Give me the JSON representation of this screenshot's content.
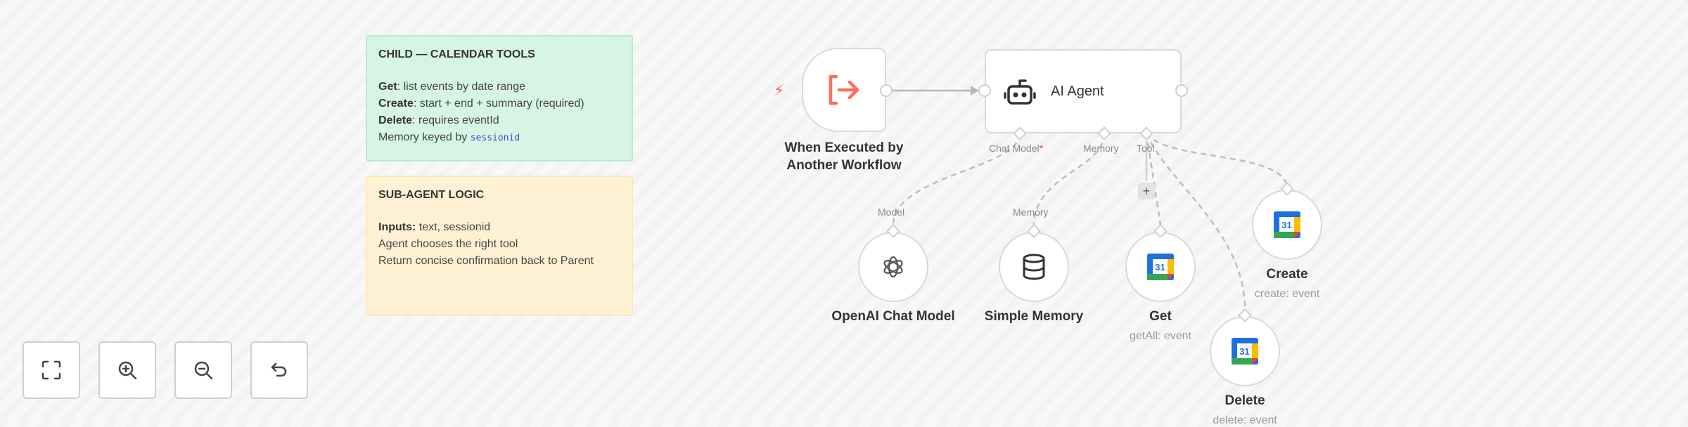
{
  "sticky_notes": {
    "child": {
      "title": "CHILD — CALENDAR TOOLS",
      "lines": [
        {
          "bold": "Get",
          "text": ": list events by date range"
        },
        {
          "bold": "Create",
          "text": ": start + end + summary (required)"
        },
        {
          "bold": "Delete",
          "text": ": requires eventId"
        },
        {
          "bold": "",
          "text": "Memory keyed by ",
          "code": "sessionid"
        }
      ]
    },
    "subagent": {
      "title": "SUB-AGENT LOGIC",
      "lines": [
        {
          "bold": "Inputs:",
          "text": " text, sessionid"
        },
        {
          "bold": "",
          "text": "Agent chooses the right tool"
        },
        {
          "bold": "",
          "text": "Return concise confirmation back to Parent"
        }
      ]
    }
  },
  "nodes": {
    "trigger": {
      "title_line1": "When Executed by",
      "title_line2": "Another Workflow",
      "icon": "sign-out-arrow-icon",
      "color": "#ff6d5a"
    },
    "agent": {
      "title": "AI Agent",
      "icon": "robot-icon",
      "ports": {
        "chat_model": "Chat Model",
        "required_mark": "*",
        "memory": "Memory",
        "tool": "Tool"
      }
    },
    "openai": {
      "title": "OpenAI Chat Model",
      "port_label": "Model",
      "icon": "openai-icon"
    },
    "memory": {
      "title": "Simple Memory",
      "port_label": "Memory",
      "icon": "database-icon"
    },
    "get": {
      "title": "Get",
      "subtitle": "getAll: event",
      "icon": "google-calendar-icon"
    },
    "create": {
      "title": "Create",
      "subtitle": "create: event",
      "icon": "google-calendar-icon"
    },
    "delete": {
      "title": "Delete",
      "subtitle": "delete: event",
      "icon": "google-calendar-icon"
    }
  },
  "calendar_icon_text": "31",
  "add_tool_button": "+",
  "controls": {
    "fit_view": "fit-view",
    "zoom_in": "zoom-in",
    "zoom_out": "zoom-out",
    "reset": "reset-zoom"
  },
  "colors": {
    "accent": "#ff6d5a",
    "sticky_green": "#d7f5e5",
    "sticky_yellow": "#fff2d4",
    "required": "#e0454a"
  }
}
